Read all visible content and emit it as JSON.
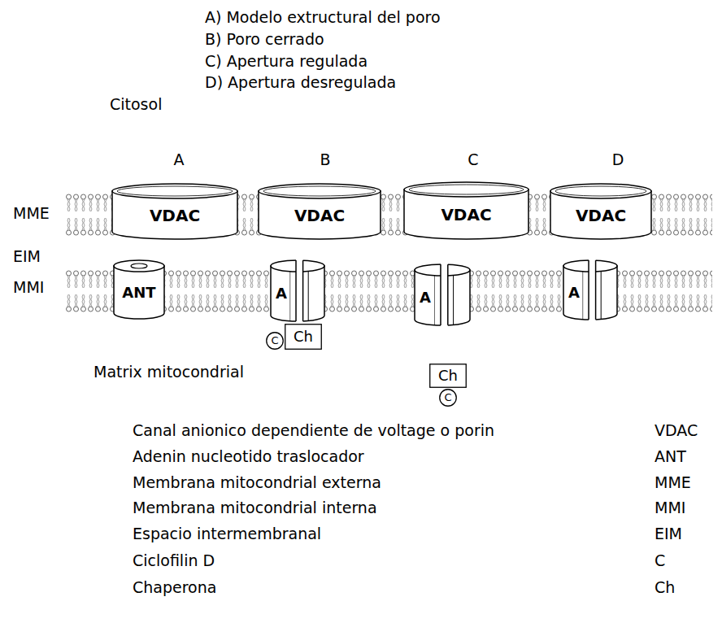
{
  "diagram": {
    "nodes": [
      {
        "text": [
          "VDAC"
        ]
      },
      {
        "text": [
          "VDAC"
        ]
      },
      {
        "text": [
          "VDAC"
        ]
      },
      {
        "text": [
          "VDAC"
        ]
      },
      {
        "text": [
          "ANT"
        ]
      },
      {
        "text": [
          "A"
        ]
      },
      {
        "text": [
          "A"
        ]
      },
      {
        "text": [
          "A"
        ]
      },
      {
        "text": [
          "C"
        ]
      },
      {
        "text": [
          "Ch"
        ]
      },
      {
        "text": [
          "Ch"
        ]
      },
      {
        "text": [
          "C"
        ]
      }
    ],
    "labels": [
      "A) Modelo extructural del poro",
      "B) Poro cerrado",
      "C) Apertura regulada",
      "D) Apertura desregulada",
      "Citosol",
      "A",
      "B",
      "C",
      "D",
      "MME",
      "EIM",
      "MMI",
      "Matrix mitocondrial",
      "Canal anionico dependiente de voltage o porin",
      "VDAC",
      "Adenin nucleotido traslocador",
      "ANT",
      "Membrana mitocondrial externa",
      "MME",
      "Membrana mitocondrial interna",
      "MMI",
      "Espacio intermembranal",
      "EIM",
      "Ciclofilin D",
      "C",
      "Chaperona",
      "Ch"
    ]
  }
}
